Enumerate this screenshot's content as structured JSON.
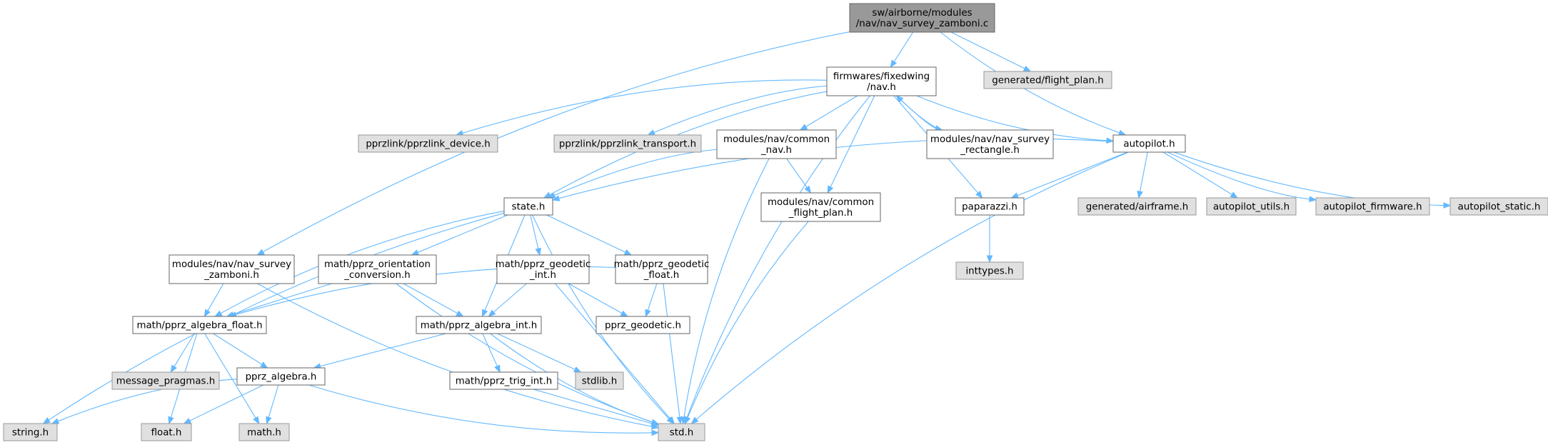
{
  "colors": {
    "edge": "#63b8ff",
    "node_fill": "#ffffff",
    "node_border": "#666666",
    "external_fill": "#e0e0e0",
    "external_border": "#999999",
    "root_fill": "#999999"
  },
  "nodes": [
    {
      "id": "root",
      "lines": [
        "sw/airborne/modules",
        "/nav/nav_survey_zamboni.c"
      ],
      "style": "root"
    },
    {
      "id": "fw_nav",
      "lines": [
        "firmwares/fixedwing",
        "/nav.h"
      ],
      "style": "normal"
    },
    {
      "id": "gen_fp",
      "lines": [
        "generated/flight_plan.h"
      ],
      "style": "external"
    },
    {
      "id": "pprzlink_device",
      "lines": [
        "pprzlink/pprzlink_device.h"
      ],
      "style": "external"
    },
    {
      "id": "pprzlink_transport",
      "lines": [
        "pprzlink/pprzlink_transport.h"
      ],
      "style": "external"
    },
    {
      "id": "common_nav",
      "lines": [
        "modules/nav/common",
        "_nav.h"
      ],
      "style": "normal"
    },
    {
      "id": "survey_rect",
      "lines": [
        "modules/nav/nav_survey",
        "_rectangle.h"
      ],
      "style": "normal"
    },
    {
      "id": "autopilot",
      "lines": [
        "autopilot.h"
      ],
      "style": "normal"
    },
    {
      "id": "state",
      "lines": [
        "state.h"
      ],
      "style": "normal"
    },
    {
      "id": "common_fp",
      "lines": [
        "modules/nav/common",
        "_flight_plan.h"
      ],
      "style": "normal"
    },
    {
      "id": "paparazzi",
      "lines": [
        "paparazzi.h"
      ],
      "style": "normal"
    },
    {
      "id": "gen_airframe",
      "lines": [
        "generated/airframe.h"
      ],
      "style": "external"
    },
    {
      "id": "ap_utils",
      "lines": [
        "autopilot_utils.h"
      ],
      "style": "external"
    },
    {
      "id": "ap_firmware",
      "lines": [
        "autopilot_firmware.h"
      ],
      "style": "external"
    },
    {
      "id": "ap_static",
      "lines": [
        "autopilot_static.h"
      ],
      "style": "external"
    },
    {
      "id": "zamboni_h",
      "lines": [
        "modules/nav/nav_survey",
        "_zamboni.h"
      ],
      "style": "normal"
    },
    {
      "id": "orient_conv",
      "lines": [
        "math/pprz_orientation",
        "_conversion.h"
      ],
      "style": "normal"
    },
    {
      "id": "geodetic_int",
      "lines": [
        "math/pprz_geodetic",
        "_int.h"
      ],
      "style": "normal"
    },
    {
      "id": "geodetic_float",
      "lines": [
        "math/pprz_geodetic",
        "_float.h"
      ],
      "style": "normal"
    },
    {
      "id": "inttypes",
      "lines": [
        "inttypes.h"
      ],
      "style": "external"
    },
    {
      "id": "algebra_float",
      "lines": [
        "math/pprz_algebra_float.h"
      ],
      "style": "normal"
    },
    {
      "id": "algebra_int",
      "lines": [
        "math/pprz_algebra_int.h"
      ],
      "style": "normal"
    },
    {
      "id": "pprz_geodetic",
      "lines": [
        "pprz_geodetic.h"
      ],
      "style": "normal"
    },
    {
      "id": "msg_pragmas",
      "lines": [
        "message_pragmas.h"
      ],
      "style": "external"
    },
    {
      "id": "pprz_algebra",
      "lines": [
        "pprz_algebra.h"
      ],
      "style": "normal"
    },
    {
      "id": "trig_int",
      "lines": [
        "math/pprz_trig_int.h"
      ],
      "style": "normal"
    },
    {
      "id": "stdlib",
      "lines": [
        "stdlib.h"
      ],
      "style": "external"
    },
    {
      "id": "string",
      "lines": [
        "string.h"
      ],
      "style": "external"
    },
    {
      "id": "float",
      "lines": [
        "float.h"
      ],
      "style": "external"
    },
    {
      "id": "math",
      "lines": [
        "math.h"
      ],
      "style": "external"
    },
    {
      "id": "std",
      "lines": [
        "std.h"
      ],
      "style": "external"
    }
  ],
  "edges": [
    [
      "root",
      "fw_nav"
    ],
    [
      "root",
      "gen_fp"
    ],
    [
      "root",
      "autopilot"
    ],
    [
      "root",
      "zamboni_h"
    ],
    [
      "fw_nav",
      "pprzlink_device"
    ],
    [
      "fw_nav",
      "pprzlink_transport"
    ],
    [
      "fw_nav",
      "common_nav"
    ],
    [
      "fw_nav",
      "survey_rect"
    ],
    [
      "fw_nav",
      "autopilot"
    ],
    [
      "fw_nav",
      "state"
    ],
    [
      "fw_nav",
      "common_fp"
    ],
    [
      "fw_nav",
      "paparazzi"
    ],
    [
      "fw_nav",
      "std"
    ],
    [
      "survey_rect",
      "fw_nav"
    ],
    [
      "common_nav",
      "state"
    ],
    [
      "common_nav",
      "common_fp"
    ],
    [
      "common_nav",
      "std"
    ],
    [
      "autopilot",
      "state"
    ],
    [
      "autopilot",
      "paparazzi"
    ],
    [
      "autopilot",
      "gen_airframe"
    ],
    [
      "autopilot",
      "ap_utils"
    ],
    [
      "autopilot",
      "ap_firmware"
    ],
    [
      "autopilot",
      "ap_static"
    ],
    [
      "autopilot",
      "std"
    ],
    [
      "state",
      "string"
    ],
    [
      "state",
      "algebra_float"
    ],
    [
      "state",
      "orient_conv"
    ],
    [
      "state",
      "algebra_int"
    ],
    [
      "state",
      "geodetic_int"
    ],
    [
      "state",
      "geodetic_float"
    ],
    [
      "state",
      "std"
    ],
    [
      "common_fp",
      "std"
    ],
    [
      "paparazzi",
      "inttypes"
    ],
    [
      "zamboni_h",
      "algebra_float"
    ],
    [
      "zamboni_h",
      "std"
    ],
    [
      "orient_conv",
      "algebra_float"
    ],
    [
      "orient_conv",
      "algebra_int"
    ],
    [
      "orient_conv",
      "std"
    ],
    [
      "geodetic_int",
      "algebra_int"
    ],
    [
      "geodetic_int",
      "pprz_geodetic"
    ],
    [
      "geodetic_int",
      "std"
    ],
    [
      "geodetic_float",
      "algebra_float"
    ],
    [
      "geodetic_float",
      "pprz_geodetic"
    ],
    [
      "geodetic_float",
      "std"
    ],
    [
      "algebra_float",
      "msg_pragmas"
    ],
    [
      "algebra_float",
      "pprz_algebra"
    ],
    [
      "algebra_float",
      "float"
    ],
    [
      "algebra_float",
      "math"
    ],
    [
      "algebra_int",
      "pprz_algebra"
    ],
    [
      "algebra_int",
      "trig_int"
    ],
    [
      "algebra_int",
      "stdlib"
    ],
    [
      "algebra_int",
      "std"
    ],
    [
      "pprz_algebra",
      "string"
    ],
    [
      "pprz_algebra",
      "float"
    ],
    [
      "pprz_algebra",
      "math"
    ],
    [
      "pprz_algebra",
      "std"
    ],
    [
      "trig_int",
      "std"
    ]
  ]
}
